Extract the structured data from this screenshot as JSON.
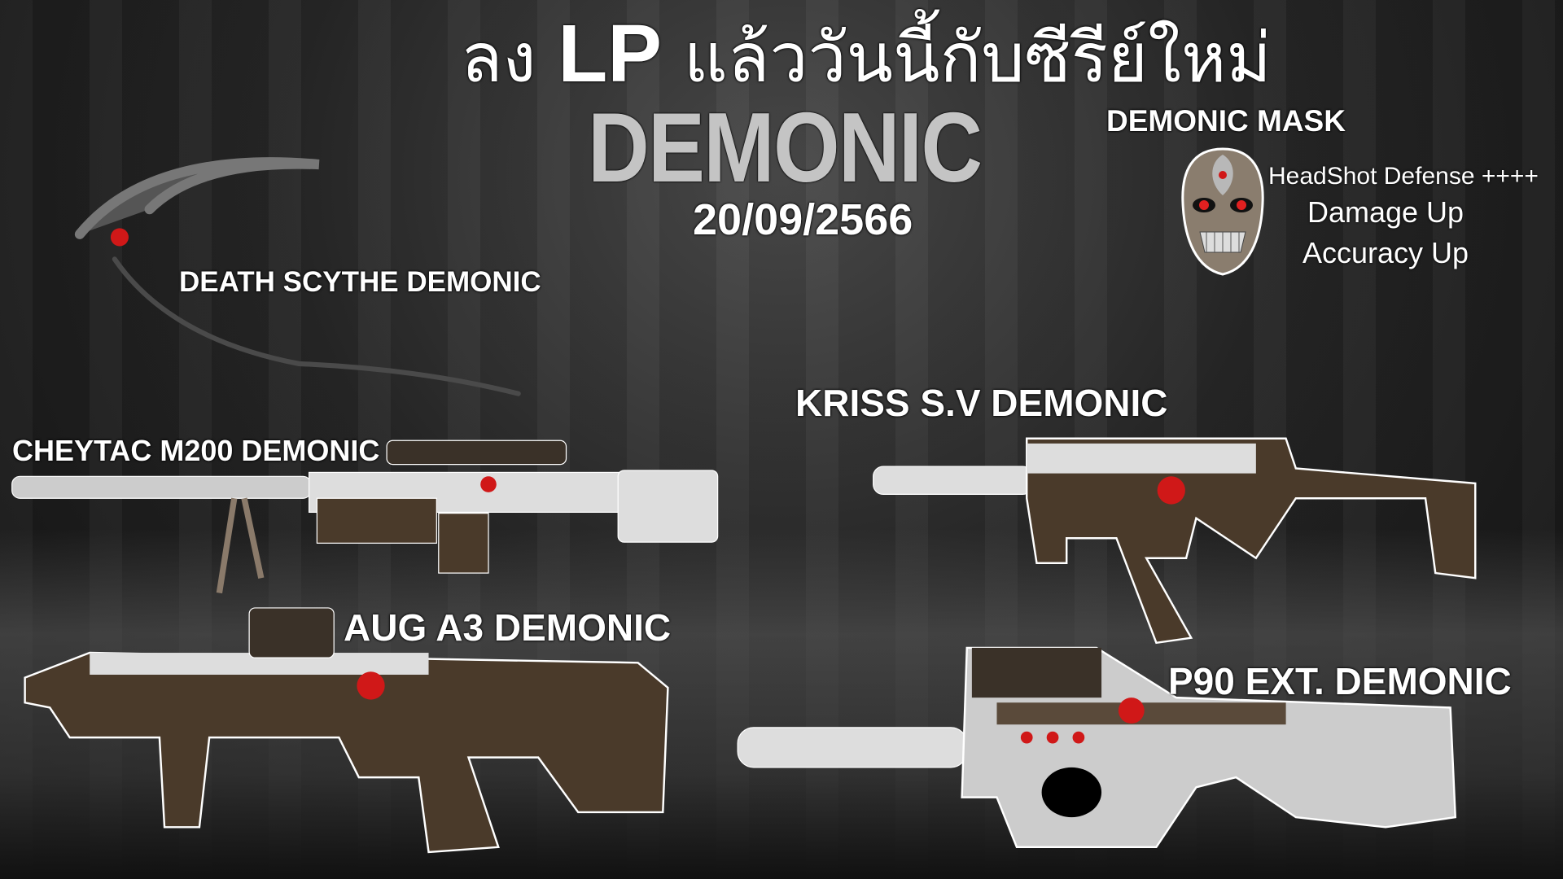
{
  "headline": {
    "prefix": "ลง",
    "lp": "LP",
    "suffix": "แล้ววันนี้กับซีรีย์ใหม่"
  },
  "series_name": "DEMONIC",
  "date": "20/09/2566",
  "mask": {
    "title": "DEMONIC MASK",
    "stats": [
      "HeadShot Defense ++++",
      "Damage Up",
      "Accuracy Up"
    ]
  },
  "weapons": {
    "scythe": "DEATH SCYTHE DEMONIC",
    "kriss": "KRISS S.V DEMONIC",
    "cheytac": "CHEYTAC M200 DEMONIC",
    "aug": "AUG A3 DEMONIC",
    "p90": "P90 EXT. DEMONIC"
  },
  "colors": {
    "accent_red": "#d01818",
    "title_gray": "#c4c4c4",
    "weapon_brown": "#4a3a2a",
    "weapon_white": "#d8d8d8"
  }
}
